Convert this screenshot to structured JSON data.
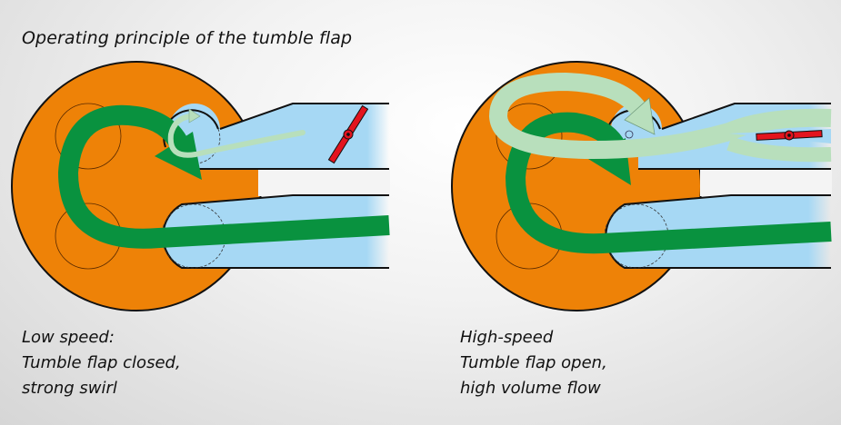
{
  "title": "Operating principle of the tumble flap",
  "colors": {
    "cylinder": "#ee8207",
    "port": "#a6d8f4",
    "main_flow": "#09923f",
    "secondary_flow": "#b8dfbc",
    "flap": "#e3141e",
    "outline": "#111111"
  },
  "panels": [
    {
      "id": "low-speed",
      "flap_state": "closed",
      "caption_lines": [
        "Low speed:",
        "Tumble flap closed,",
        "strong swirl"
      ]
    },
    {
      "id": "high-speed",
      "flap_state": "open",
      "caption_lines": [
        "High-speed",
        "Tumble flap open,",
        "high volume flow"
      ]
    }
  ]
}
